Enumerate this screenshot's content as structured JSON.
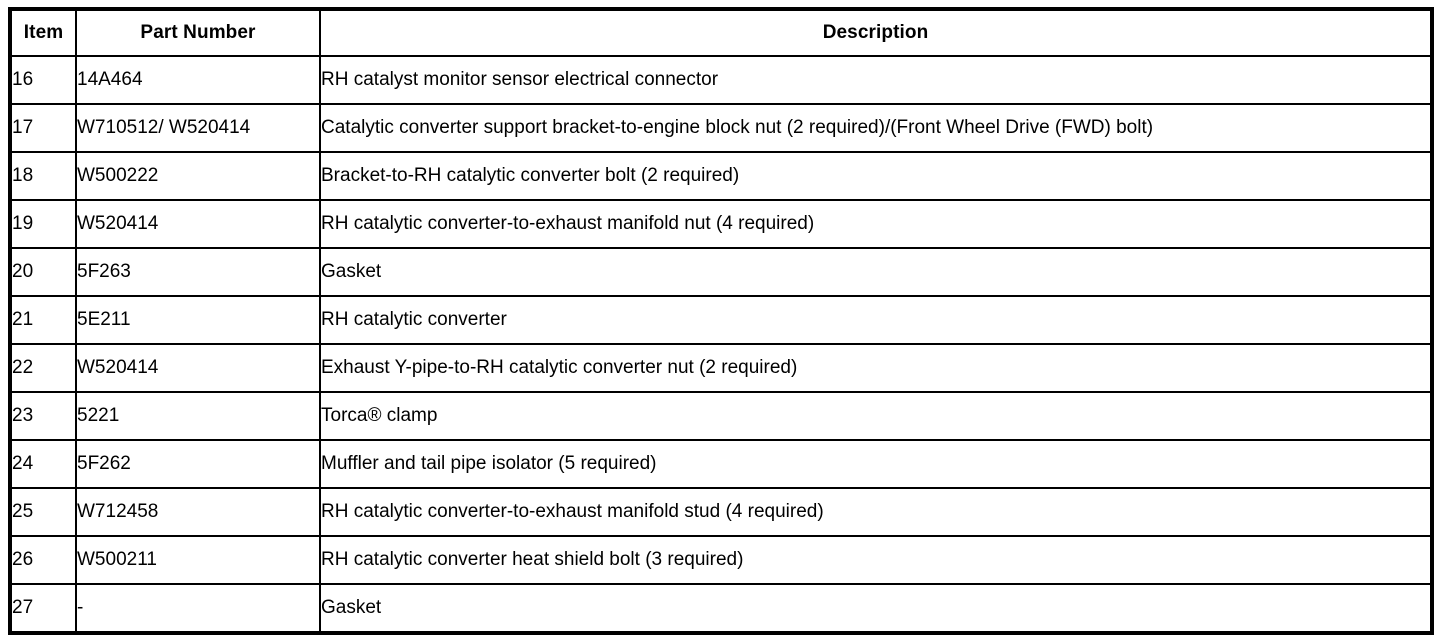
{
  "table": {
    "columns": [
      {
        "key": "item",
        "label": "Item"
      },
      {
        "key": "part_number",
        "label": "Part Number"
      },
      {
        "key": "description",
        "label": "Description"
      }
    ],
    "rows": [
      {
        "item": "16",
        "part_number": "14A464",
        "description": "RH catalyst monitor sensor electrical connector"
      },
      {
        "item": "17",
        "part_number": "W710512/ W520414",
        "description": "Catalytic converter support bracket-to-engine block nut (2 required)/(Front Wheel Drive (FWD) bolt)"
      },
      {
        "item": "18",
        "part_number": "W500222",
        "description": "Bracket-to-RH catalytic converter bolt (2 required)"
      },
      {
        "item": "19",
        "part_number": "W520414",
        "description": "RH catalytic converter-to-exhaust manifold nut (4 required)"
      },
      {
        "item": "20",
        "part_number": "5F263",
        "description": "Gasket"
      },
      {
        "item": "21",
        "part_number": "5E211",
        "description": "RH catalytic converter"
      },
      {
        "item": "22",
        "part_number": "W520414",
        "description": "Exhaust Y-pipe-to-RH catalytic converter nut (2 required)"
      },
      {
        "item": "23",
        "part_number": "5221",
        "description": "Torca® clamp"
      },
      {
        "item": "24",
        "part_number": "5F262",
        "description": "Muffler and tail pipe isolator (5 required)"
      },
      {
        "item": "25",
        "part_number": "W712458",
        "description": "RH catalytic converter-to-exhaust manifold stud (4 required)"
      },
      {
        "item": "26",
        "part_number": "W500211",
        "description": "RH catalytic converter heat shield bolt (3 required)"
      },
      {
        "item": "27",
        "part_number": "-",
        "description": "Gasket"
      }
    ]
  },
  "colors": {
    "border": "#000000",
    "text": "#000000",
    "background": "#ffffff"
  }
}
